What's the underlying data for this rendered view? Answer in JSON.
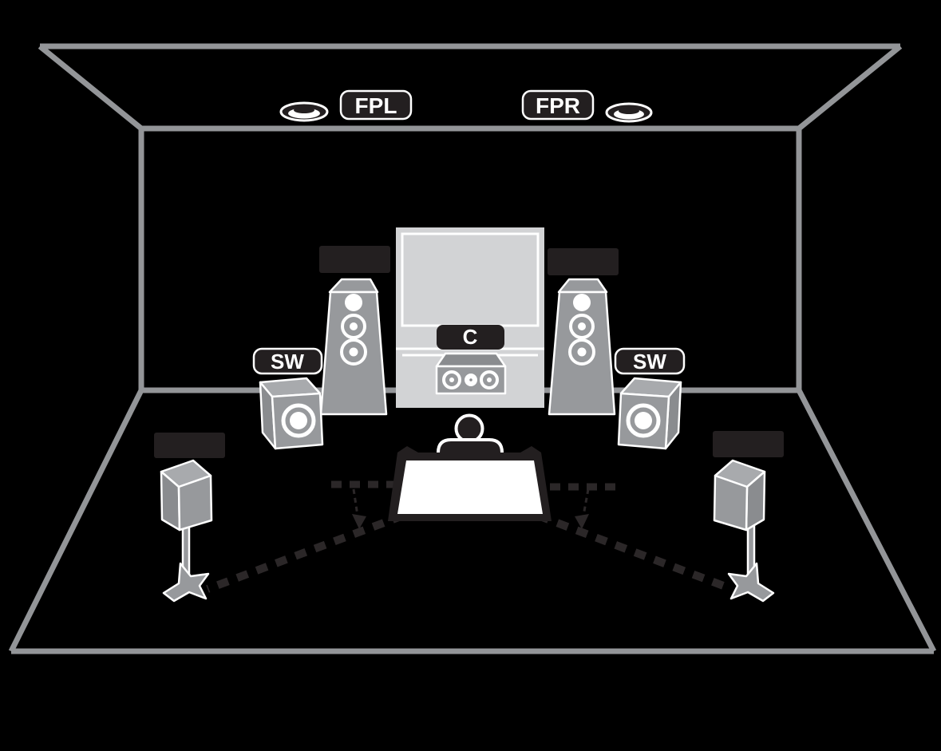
{
  "diagram": {
    "kind": "home-theater-speaker-placement",
    "speaker_labels": {
      "front_presence_left": "FPL",
      "front_presence_right": "FPR",
      "center": "C",
      "subwoofer_left": "SW",
      "subwoofer_right": "SW"
    },
    "colors": {
      "background": "#000000",
      "room-line": "#939598",
      "speaker-gray": "#97999c",
      "speaker-gray-light": "#a8aaad",
      "speaker-gray-dark": "#8a8c8f",
      "tv-gray": "#d2d3d5",
      "ink": "#231f20",
      "label-text": "#ffffff",
      "dash": "#2b2728",
      "outline": "#ffffff"
    }
  }
}
